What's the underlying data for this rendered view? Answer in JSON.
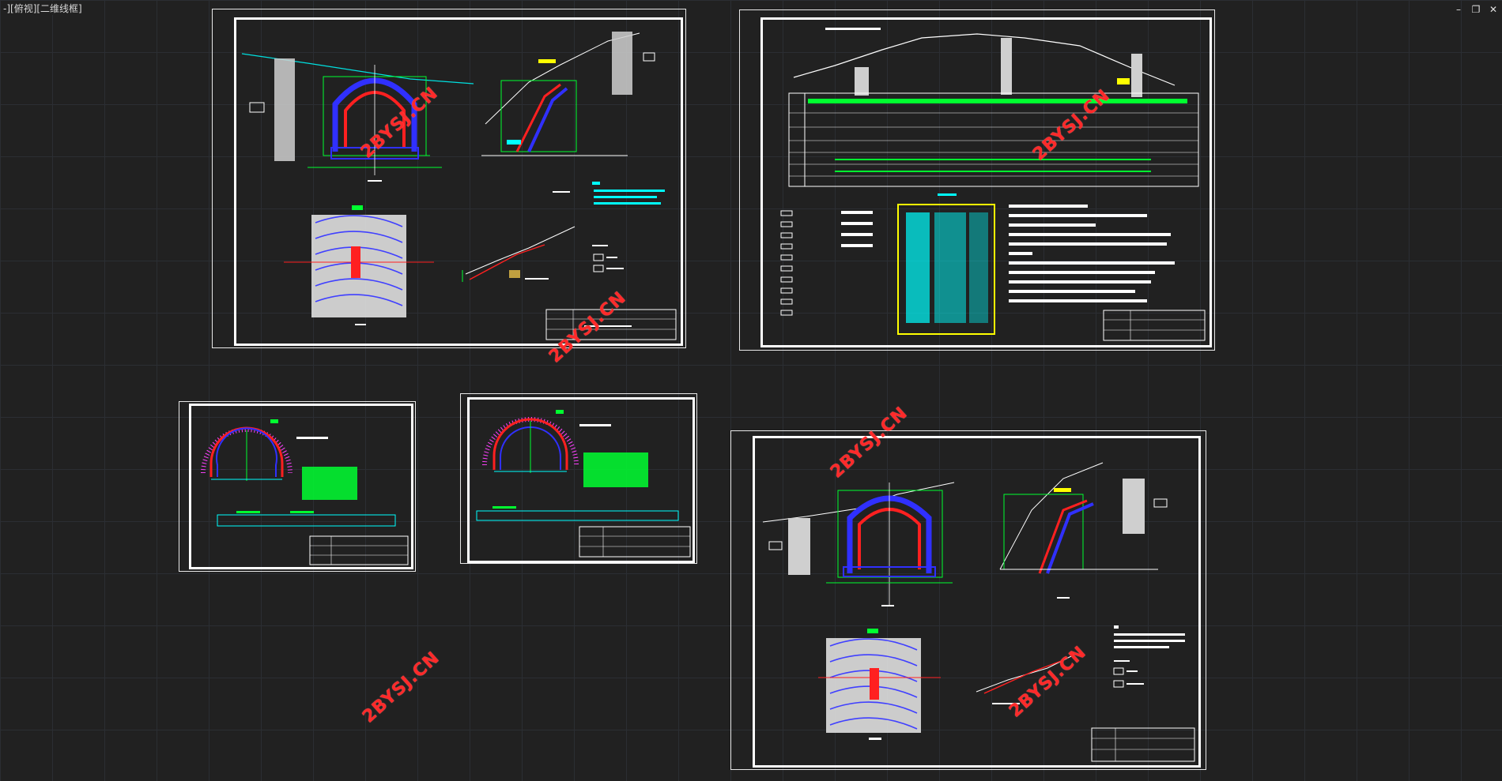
{
  "viewport": {
    "label": "-][俯视][二维线框]"
  },
  "window_controls": {
    "minimize": "–",
    "restore": "❐",
    "close": "✕"
  },
  "watermark": {
    "text": "2BYSJ.CN"
  },
  "colors": {
    "background": "#212121",
    "grid": "#2b2e33",
    "frame": "#ffffff",
    "red": "#ff2020",
    "blue": "#3030ff",
    "green": "#00ff30",
    "cyan": "#00ffff",
    "yellow": "#ffff00",
    "magenta": "#ff30ff",
    "watermark": "#ff2a2a"
  },
  "sheets": [
    {
      "id": "sheet-1",
      "kind": "portal-plan"
    },
    {
      "id": "sheet-2",
      "kind": "geological-profile"
    },
    {
      "id": "sheet-3",
      "kind": "lining-section"
    },
    {
      "id": "sheet-4",
      "kind": "lining-section"
    },
    {
      "id": "sheet-5",
      "kind": "portal-plan"
    }
  ]
}
